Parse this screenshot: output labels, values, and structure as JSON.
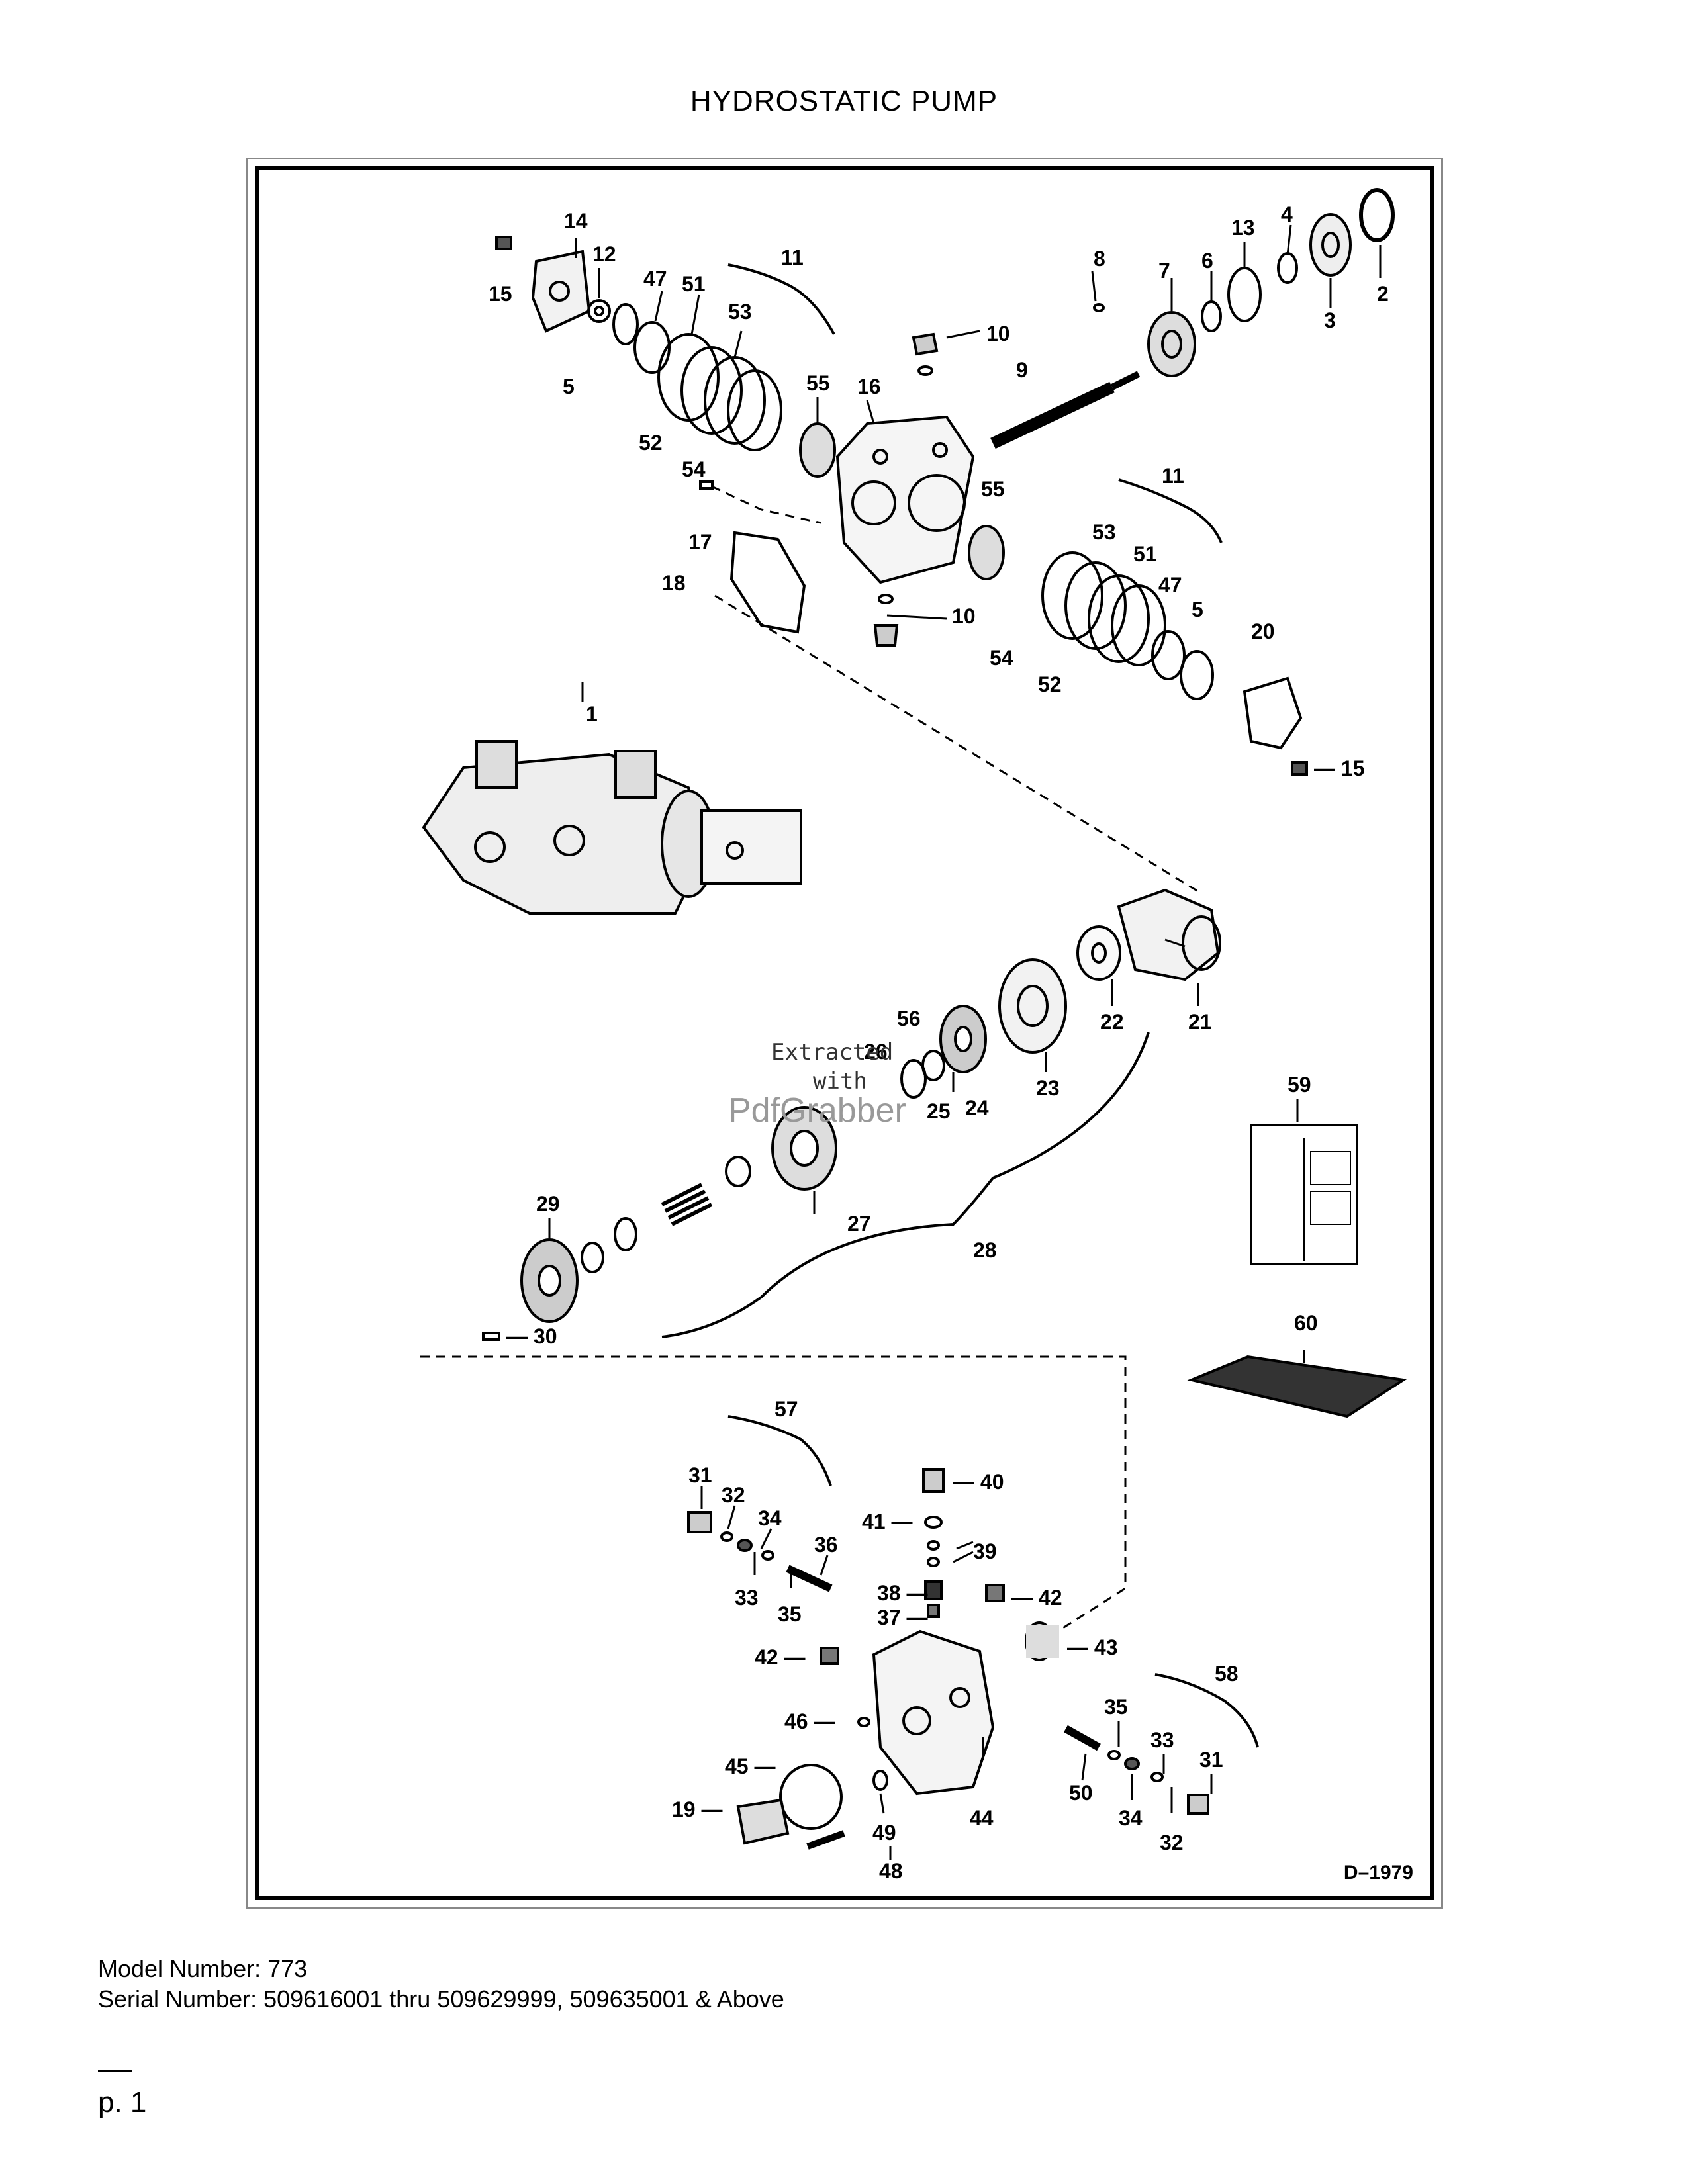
{
  "document": {
    "title": "HYDROSTATIC PUMP",
    "drawing_id": "D–1979",
    "model_line": "Model Number: 773",
    "serial_line": "Serial Number: 509616001 thru 509629999, 509635001 & Above",
    "page_label": "p. 1"
  },
  "watermark": {
    "line1": "Extracted",
    "line2": "with",
    "line3": "PdfGrabber"
  },
  "callouts": [
    {
      "id": "c14a",
      "label": "14"
    },
    {
      "id": "c12a",
      "label": "12"
    },
    {
      "id": "c15a",
      "label": "15"
    },
    {
      "id": "c47a",
      "label": "47"
    },
    {
      "id": "c51a",
      "label": "51"
    },
    {
      "id": "c53a",
      "label": "53"
    },
    {
      "id": "c11a",
      "label": "11"
    },
    {
      "id": "c5a",
      "label": "5"
    },
    {
      "id": "c52a",
      "label": "52"
    },
    {
      "id": "c55a",
      "label": "55"
    },
    {
      "id": "c16",
      "label": "16"
    },
    {
      "id": "c10a",
      "label": "10"
    },
    {
      "id": "c54a",
      "label": "54"
    },
    {
      "id": "c17",
      "label": "17"
    },
    {
      "id": "c18",
      "label": "18"
    },
    {
      "id": "c8",
      "label": "8"
    },
    {
      "id": "c7",
      "label": "7"
    },
    {
      "id": "c6",
      "label": "6"
    },
    {
      "id": "c13",
      "label": "13"
    },
    {
      "id": "c4",
      "label": "4"
    },
    {
      "id": "c3",
      "label": "3"
    },
    {
      "id": "c2",
      "label": "2"
    },
    {
      "id": "c9",
      "label": "9"
    },
    {
      "id": "c55b",
      "label": "55"
    },
    {
      "id": "c11b",
      "label": "11"
    },
    {
      "id": "c53b",
      "label": "53"
    },
    {
      "id": "c51b",
      "label": "51"
    },
    {
      "id": "c47b",
      "label": "47"
    },
    {
      "id": "c5b",
      "label": "5"
    },
    {
      "id": "c10b",
      "label": "10"
    },
    {
      "id": "c54b",
      "label": "54"
    },
    {
      "id": "c52b",
      "label": "52"
    },
    {
      "id": "c20",
      "label": "20"
    },
    {
      "id": "c15b",
      "label": "— 15"
    },
    {
      "id": "c1",
      "label": "1"
    },
    {
      "id": "c21",
      "label": "21"
    },
    {
      "id": "c22",
      "label": "22"
    },
    {
      "id": "c23",
      "label": "23"
    },
    {
      "id": "c24",
      "label": "24"
    },
    {
      "id": "c25",
      "label": "25"
    },
    {
      "id": "c56",
      "label": "56"
    },
    {
      "id": "c26",
      "label": "26"
    },
    {
      "id": "c27",
      "label": "27"
    },
    {
      "id": "c28",
      "label": "28"
    },
    {
      "id": "c29",
      "label": "29"
    },
    {
      "id": "c30",
      "label": "— 30"
    },
    {
      "id": "c59",
      "label": "59"
    },
    {
      "id": "c60",
      "label": "60"
    },
    {
      "id": "c57",
      "label": "57"
    },
    {
      "id": "c31a",
      "label": "31"
    },
    {
      "id": "c32a",
      "label": "32"
    },
    {
      "id": "c34a",
      "label": "34"
    },
    {
      "id": "c36",
      "label": "36"
    },
    {
      "id": "c33a",
      "label": "33"
    },
    {
      "id": "c35a",
      "label": "35"
    },
    {
      "id": "c40",
      "label": "— 40"
    },
    {
      "id": "c41",
      "label": "41 —"
    },
    {
      "id": "c39",
      "label": "39"
    },
    {
      "id": "c38",
      "label": "38 —"
    },
    {
      "id": "c37",
      "label": "37 —"
    },
    {
      "id": "c42a",
      "label": "— 42"
    },
    {
      "id": "c42b",
      "label": "42 —"
    },
    {
      "id": "c43",
      "label": "— 43"
    },
    {
      "id": "c46",
      "label": "46 —"
    },
    {
      "id": "c58",
      "label": "58"
    },
    {
      "id": "c35b",
      "label": "35"
    },
    {
      "id": "c33b",
      "label": "33"
    },
    {
      "id": "c31b",
      "label": "31"
    },
    {
      "id": "c45",
      "label": "45 —"
    },
    {
      "id": "c19",
      "label": "19 —"
    },
    {
      "id": "c49",
      "label": "49"
    },
    {
      "id": "c44",
      "label": "44"
    },
    {
      "id": "c50",
      "label": "50"
    },
    {
      "id": "c34b",
      "label": "34"
    },
    {
      "id": "c32b",
      "label": "32"
    },
    {
      "id": "c48",
      "label": "48"
    }
  ]
}
